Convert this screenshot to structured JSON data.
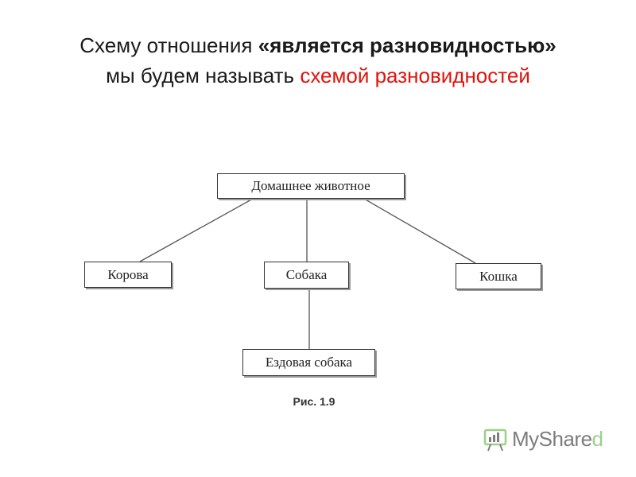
{
  "heading": {
    "line1_prefix": "Схему отношения ",
    "line1_emphasis": "«является разновидностью»",
    "line2_prefix": "мы будем называть ",
    "line2_highlight": "схемой разновидностей"
  },
  "diagram": {
    "root": "Домашнее животное",
    "children": [
      "Корова",
      "Собака",
      "Кошка"
    ],
    "grandchild": "Ездовая собака",
    "caption": "Рис. 1.9"
  },
  "watermark": {
    "text_main": "MyShare",
    "text_accent": "d"
  },
  "colors": {
    "highlight": "#e3120b",
    "text": "#1a1a1a",
    "watermark": "#7d7d7d"
  }
}
